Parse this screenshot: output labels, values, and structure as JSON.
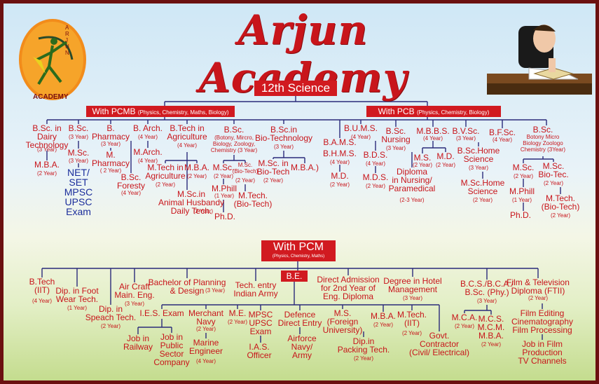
{
  "title": "Arjun Academy",
  "logo": {
    "text_top": "ARJUN",
    "text_bottom": "ACADEMY"
  },
  "top_banner": "12th Science",
  "pcmb": {
    "label": "With PCMB",
    "sub": "(Physics, Chemistry, Maths, Biology)"
  },
  "pcb": {
    "label": "With PCB",
    "sub": "(Physics, Chemistry, Biology)"
  },
  "pcm": {
    "label": "With PCM",
    "sub": "(Physics, Chemistry, Maths)"
  },
  "be": "B.E.",
  "nodes": {
    "bsc_dairy": "B.Sc. in\nDairy\nTechnology",
    "bsc_dairy_y": "(3 Year)",
    "mba1": "M.B.A.",
    "mba1_y": "(2 Year)",
    "bsc1": "B.Sc.",
    "bsc1_y": "(3 Year)",
    "msc1": "M.Sc.",
    "msc1_y": "(3 Year)",
    "net": "NET/\nSET\nMPSC\nUPSC\nExam",
    "bpharm": "B.\nPharmacy",
    "bpharm_y": "(3 Year)",
    "mpharm": "M.\nPharmacy",
    "mpharm_y": "( 2 Year)",
    "barch": "B. Arch.",
    "barch_y": "(4 Year)",
    "march": "M.Arch.",
    "march_y": "(4 Year)",
    "bscfor": "B.Sc.\nForesty",
    "bscfor_y": "(4 Year)",
    "btagri": "B.Tech in\nAgriculture",
    "btagri_y": "(4 Year)",
    "mtagri": "M.Tech in\nAgriculture",
    "mtagri_y": "(2 Year)",
    "mba2": "M.B.A.",
    "mba2_y": "(2 Year)",
    "mscah": "M.Sc.in\nAnimal Husbandy\nDaily Tech.",
    "mscah_y": "(2 Year)",
    "bsc_bmbz": "B.Sc.",
    "bsc_bmbz_s": "(Botony, Mircro,\nBiology, Zoology,\nChemistry (3 Year)",
    "msc2": "M.Sc.",
    "msc2_y": "(2 Year)",
    "mscbt": "M.Sc.\n(Bio-Tech)",
    "mscbt_y": "(2 Year)",
    "mphil1": "M.Phill",
    "mphil1_y": "(1 Year)",
    "mtechbt1": "M.Tech.\n(Bio-Tech)",
    "phd1": "Ph.D.",
    "bscbt": "B.Sc.in\nBio-Technology",
    "bscbt_y": "(3 Year)",
    "mscinbt": "M.Sc. in\nBio-Tech",
    "mscinbt_y": "(2 Year)",
    "mba3": "M.B.A.)",
    "bams": "B.A.M.S.",
    "bhms": "B.H.M.S.",
    "bhms_y": "(4 Year)",
    "md1": "M.D.",
    "md1_y": "(2 Year)",
    "bums": "B.U.M.S.",
    "bums_y": "(4 Year)",
    "bds": "B.D.S.",
    "bds_y": "(4 Year)",
    "mds": "M.D.S.",
    "mds_y": "(2 Year)",
    "bscn": "B.Sc.\nNursing",
    "bscn_y": "(3 Year)",
    "dipn": "Diploma\nin Nursing/\nParamedical",
    "dipn_y": "(2-3 Year)",
    "mbbs": "M.B.B.S.",
    "mbbs_y": "(4 Year)",
    "ms": "M.S.",
    "ms_y": "(2 Year)",
    "md2": "M.D.",
    "md2_y": "(2 Year)",
    "bvsc": "B.V.Sc.",
    "bvsc_y": "(3 Year)",
    "bfsc": "B.F.Sc.",
    "bfsc_y": "(4 Year)",
    "bschome": "B.Sc.Home\nScience",
    "bschome_y": "(3 Year)",
    "mschome": "M.Sc.Home\nScience",
    "mschome_y": "(2 Year)",
    "bsc_bmbzc": "B.Sc.",
    "bsc_bmbzc_s": "Botony Micro\nBiology Zoologo\nChemistry (3Year)",
    "msc3": "M.Sc.",
    "msc3_y": "(2 Year)",
    "mscbt2": "M.Sc.\nBio-Tec.",
    "mscbt2_y": "(2 Year)",
    "mphil2": "M.Phill",
    "mphil2_y": "(1 Year)",
    "mtechbt2": "M.Tech.\n(Bio-Tech)",
    "mtechbt2_y": "(2 Year)",
    "phd2": "Ph.D.",
    "btech_iit": "B.Tech\n(IIT)",
    "btech_iit_y": "(4 Year)",
    "dipfoot": "Dip. in Foot\nWear Tech.",
    "dipfoot_y": "(1 Year)",
    "dipspeach": "Dip. in\nSpeach Tech.",
    "dipspeach_y": "(2 Year)",
    "aircraft": "Air Craft\nMain. Eng.",
    "aircraft_y": "(3 Year)",
    "bplan": "Bachelor of Planning\n& Design",
    "bplan_y": "(3 Year)",
    "techentry": "Tech. entry\nIndian Army",
    "direct2": "Direct Admission\nfor 2nd Year of\nEng. Diploma",
    "hotel": "Degree in Hotel\nManagement",
    "hotel_y": "(3 Year)",
    "bcs": "B.C.S./B.C.A./\nB.Sc. (Phy.)",
    "bcs_y": "(3 Year)",
    "film": "Film & Television\nDiploma (FTII)",
    "film_y": "(2 Year)",
    "ies": "I.E.S. Exam",
    "railway": "Job in\nRailway",
    "pubsector": "Job in\nPublic\nSector\nCompany",
    "merchant": "Merchant\nNavy",
    "merchant_y": "(2 Year)",
    "marine": "Marine\nEngineer",
    "marine_y": "(4 Year)",
    "me": "M.E.",
    "me_y": "(2 Year)",
    "mpsc": "MPSC\nUPSC\nExam",
    "ias": "I.A.S.\nOfficer",
    "defence": "Defence\nDirect Entry",
    "airforce": "Airforce\nNavy/\nArmy",
    "msforeign": "M.S.\n(Foreign\nUniversity)",
    "dippack": "Dip.in\nPacking Tech.",
    "dippack_y": "(2 Year)",
    "mba4": "M.B.A.",
    "mba4_y": "(2 Year)",
    "mtechiit": "M.Tech.\n(IIT)",
    "mtechiit_y": "(2 Year)",
    "govt": "Govt.\nContractor\n(Civil/ Electrical)",
    "mca": "M.C.A.",
    "mca_y": "(2 Year)",
    "mcs": "M.C.S.\nM.C.M.\nM.B.A.",
    "mcs_y": "(2 Year)",
    "filmedit": "Film Editing\nCinematography\nFilm Processing",
    "jobfilm": "Job in Film\nProduction\nTV Channels"
  },
  "colors": {
    "red": "#c8151b",
    "blue": "#1b2d9b",
    "line": "#2a2a7a",
    "border": "#6b1010"
  }
}
